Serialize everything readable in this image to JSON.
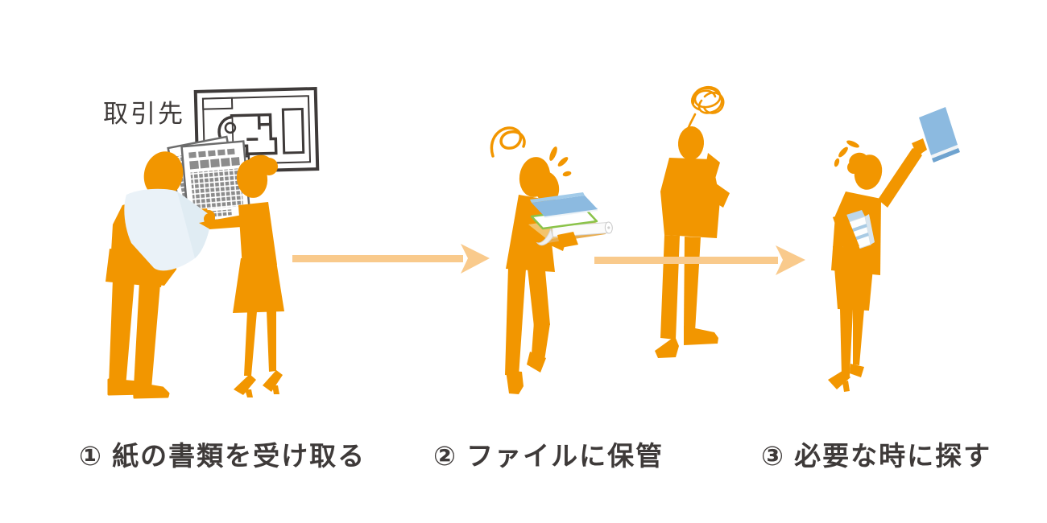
{
  "scene": {
    "client_label": "取引先",
    "steps": [
      {
        "caption": "① 紙の書類を受け取る"
      },
      {
        "caption": "② ファイルに保管"
      },
      {
        "caption": "③ 必要な時に探す"
      }
    ]
  },
  "colors": {
    "silhouette_orange": "#F29600",
    "arrow_light_orange": "#F9CA8C",
    "text_dark": "#3E3A39",
    "book_blue": "#8CBAE0",
    "book_green_trim": "#8BC34A",
    "folder_tan": "#F3C36B",
    "paper_light_blue": "#EAF2F8",
    "document_grid_gray": "#8C8C8C"
  },
  "icons": {
    "dizzy_coil_icon": "orange coil scribble above head",
    "confusion_scribble_icon": "orange tangled scribble above head",
    "surprise_marks_icon": "orange emphasis drops beside head",
    "flow_arrow_icon": "rightward light-orange arrow"
  }
}
